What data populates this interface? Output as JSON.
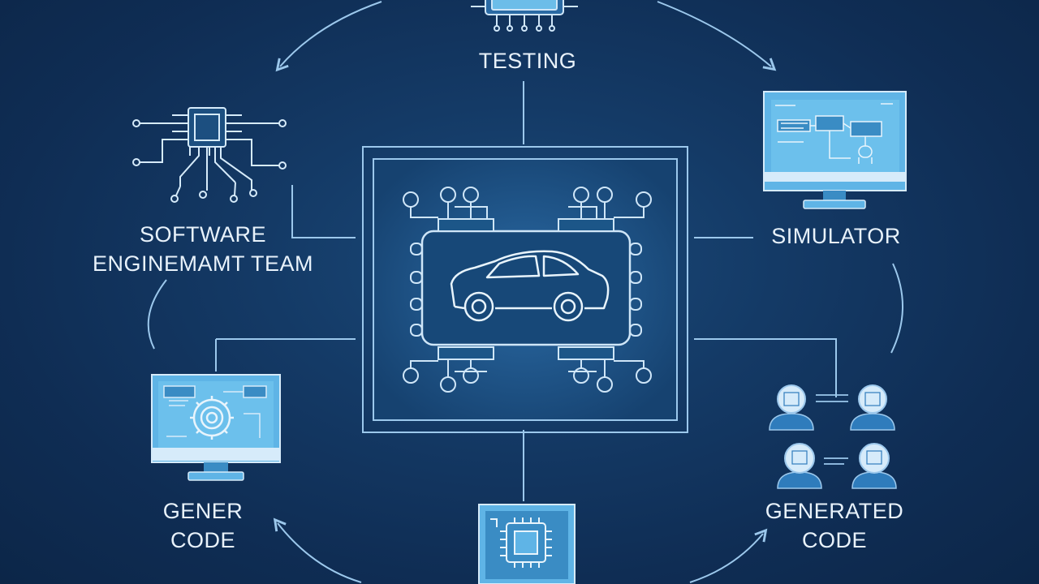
{
  "labels": {
    "testing": "TESTING",
    "simulator": "SIMULATOR",
    "software_line1": "SOFTWARE",
    "software_line2": "ENGINEMAMT TEAM",
    "gener_line1": "GENER",
    "gener_line2": "CODE",
    "generated_line1": "GENERATED",
    "generated_line2": "CODE"
  },
  "colors": {
    "line": "#9cc8ec",
    "line_bright": "#cfe6f8",
    "screen": "#5fb4e6",
    "screen_dark": "#3a8cc4",
    "panel": "#1c5688",
    "background": "#12335e"
  },
  "icons": {
    "top": "chip-monitor-icon",
    "center": "car-chip-icon",
    "top_left": "microchip-circuit-icon",
    "top_right": "simulator-monitor-icon",
    "bottom_left": "code-gear-monitor-icon",
    "bottom_right": "team-people-icon",
    "bottom": "processor-chip-icon"
  }
}
